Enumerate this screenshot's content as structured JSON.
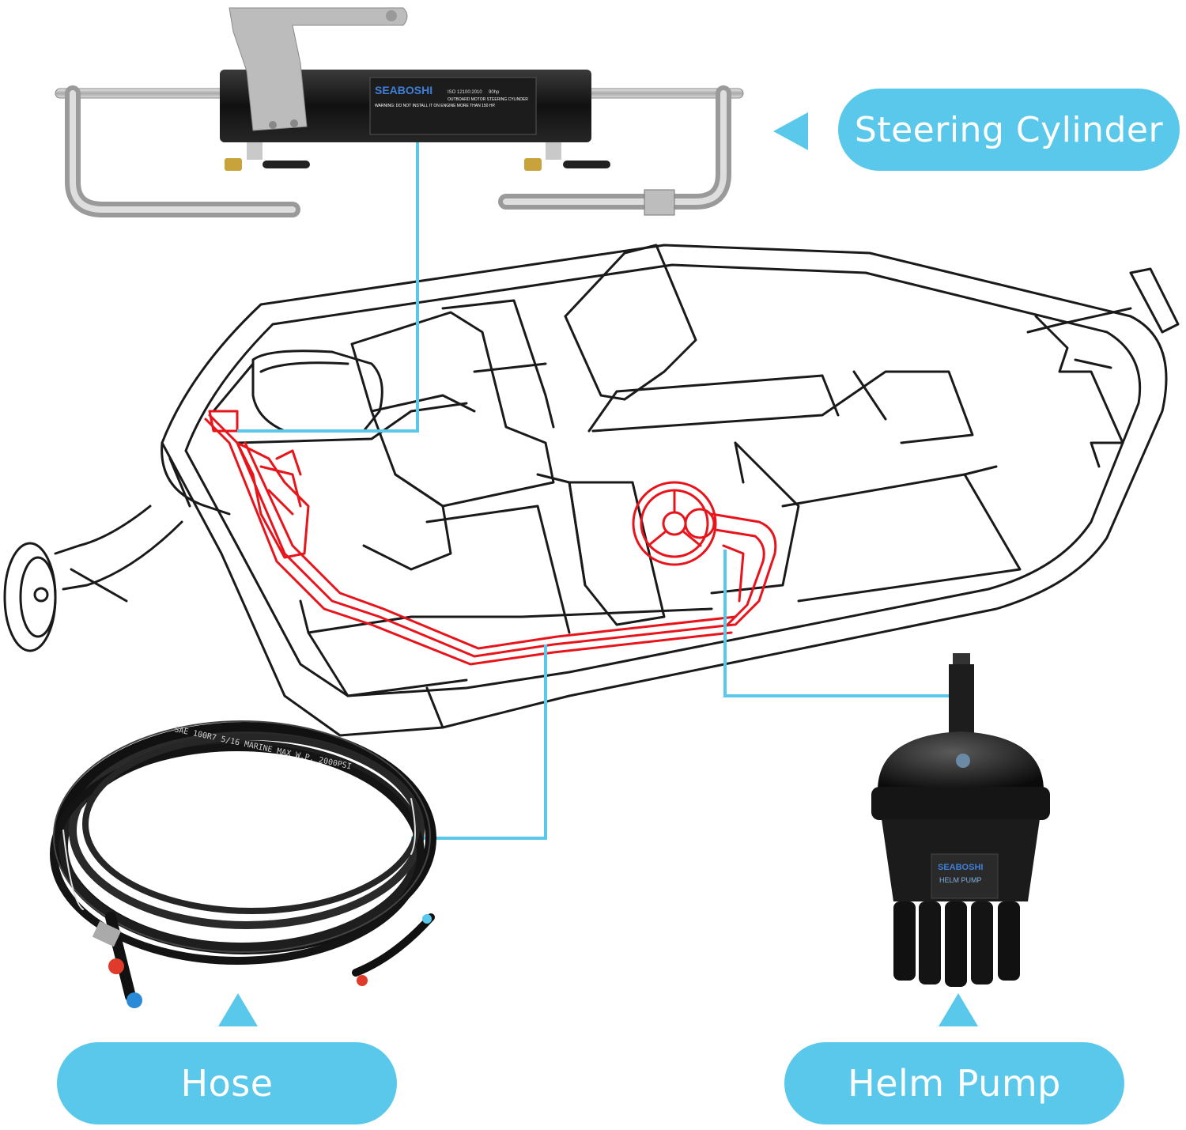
{
  "labels": {
    "steering_cylinder": "Steering Cylinder",
    "hose": "Hose",
    "helm_pump": "Helm Pump"
  },
  "cylinder": {
    "brand": "SEABOSHI",
    "cert": "ISO 12100:2010",
    "rating": "90hp",
    "warning": "WARNING: DO NOT INSTALL IT ON ENGINE MORE THAN 150 HP.",
    "subtitle": "OUTBOARD MOTOR STEERING CYLINDER"
  },
  "helm": {
    "brand": "SEABOSHI",
    "name": "HELM PUMP"
  },
  "hose_print": "SAE 100R7 5/16  MARINE  MAX W.P. 2000PSI",
  "colors": {
    "accent": "#5ac8ea",
    "hydraulic_line": "#e8141c",
    "outline": "#1a1a1a"
  }
}
